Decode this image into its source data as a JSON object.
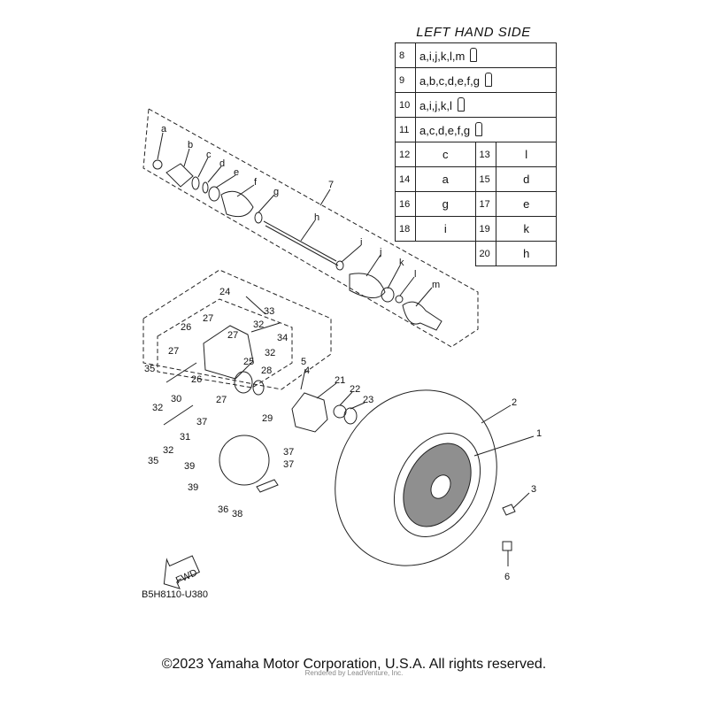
{
  "table": {
    "title": "LEFT HAND SIDE",
    "rows": [
      {
        "num": "8",
        "text": "a,i,j,k,l,m"
      },
      {
        "num": "9",
        "text": "a,b,c,d,e,f,g"
      },
      {
        "num": "10",
        "text": "a,i,j,k,l"
      },
      {
        "num": "11",
        "text": "a,c,d,e,f,g"
      }
    ],
    "pairs": [
      {
        "n1": "12",
        "v1": "c",
        "n2": "13",
        "v2": "l"
      },
      {
        "n1": "14",
        "v1": "a",
        "n2": "15",
        "v2": "d"
      },
      {
        "n1": "16",
        "v1": "g",
        "n2": "17",
        "v2": "e"
      },
      {
        "n1": "18",
        "v1": "i",
        "n2": "19",
        "v2": "k"
      },
      {
        "n1": "",
        "v1": "",
        "n2": "20",
        "v2": "h"
      }
    ]
  },
  "callouts": {
    "a": "a",
    "b": "b",
    "c": "c",
    "d": "d",
    "e": "e",
    "f": "f",
    "g": "g",
    "h": "h",
    "i": "i",
    "j": "j",
    "k": "k",
    "l": "l",
    "m": "m",
    "n1": "1",
    "n2": "2",
    "n3": "3",
    "n4": "4",
    "n5": "5",
    "n6": "6",
    "n7": "7",
    "n21": "21",
    "n22": "22",
    "n23": "23",
    "n24": "24",
    "n25": "25",
    "n26a": "26",
    "n26b": "26",
    "n27a": "27",
    "n27b": "27",
    "n27c": "27",
    "n27d": "27",
    "n28": "28",
    "n29": "29",
    "n30": "30",
    "n31": "31",
    "n32a": "32",
    "n32b": "32",
    "n32c": "32",
    "n32d": "32",
    "n33": "33",
    "n34": "34",
    "n35a": "35",
    "n35b": "35",
    "n36": "36",
    "n37a": "37",
    "n37b": "37",
    "n37c": "37",
    "n38": "38",
    "n39a": "39",
    "n39b": "39"
  },
  "diagram_code": "B5H8110-U380",
  "fwd_label": "FWD",
  "copyright": "©2023 Yamaha Motor Corporation, U.S.A. All rights reserved.",
  "rendered_by": "Rendered by LeadVenture, Inc."
}
